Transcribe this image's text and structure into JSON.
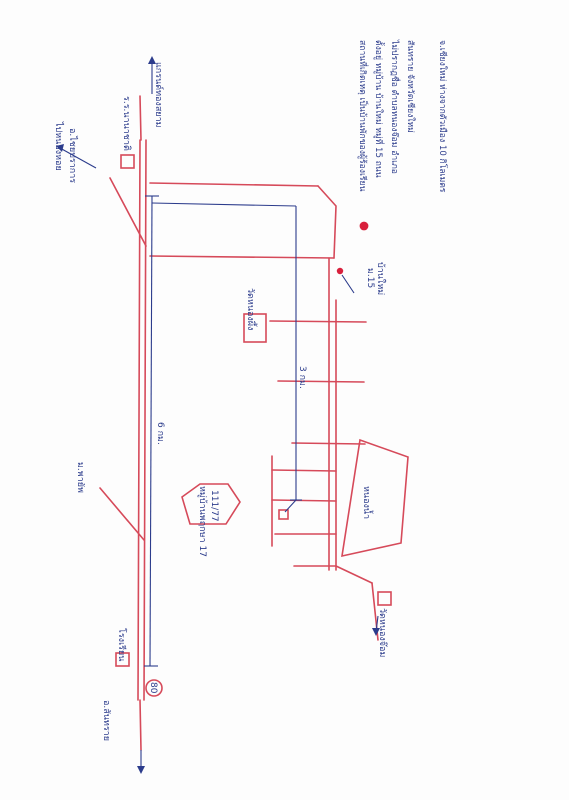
{
  "labels": {
    "top_left_a": "ไปหนองหอย",
    "top_left_b": "อ.ไชยปราการ",
    "top_right": "แกรนด์ทองสยาม",
    "school_top": "ร.ร.นานาชาติ",
    "left_road": "ม.พายัพ",
    "bottom_left": "อ.สันทราย",
    "bottom_school": "โรงเรียน",
    "num_80": "80",
    "temple_mid": "วัดหนองผึ้ง",
    "distance_6": "6 กม.",
    "distance_3": "3 กม.",
    "project": "หมู่บ้านพฤกษา 17",
    "house_number": "111/77",
    "temple_bottom": "วัดหนองจ๊อม",
    "lake": "หนองน้ำ",
    "village_code": "ม.15",
    "village_name": "บ้านใหม่"
  },
  "notes": [
    "สถานที่เกิดเหตุ เป็นบ้านพักของผู้ร้องเรียน",
    "ตั้งอยู่ หมู่บ้าน บ้านใหม่ หมู่ที่ 15 ถนน",
    "ไม่ปรากฏชื่อ ตำบลหนองจ๊อม อำเภอ",
    "สันทราย จังหวัดเชียงใหม่",
    "จ.เชียงใหม่ ห่างจากตัวเมือง 10 กิโลเมตร"
  ],
  "colors": {
    "road": "#d64a5a",
    "ink": "#2c3c8c",
    "dot": "#d8203c"
  }
}
